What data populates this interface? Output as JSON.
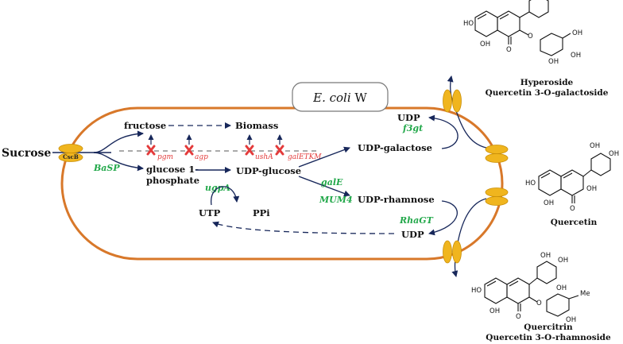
{
  "cell": {
    "organism_italic": "E. coli",
    "organism_suffix": " W"
  },
  "substrate": "Sucrose",
  "transporter": "CscB",
  "metabolites": {
    "fructose": "fructose",
    "biomass": "Biomass",
    "g1p_line1": "glucose 1-",
    "g1p_line2": "phosphate",
    "udp_glucose": "UDP-glucose",
    "udp_galactose": "UDP-galactose",
    "udp_rhamnose": "UDP-rhamnose",
    "utp": "UTP",
    "ppi": "PPi",
    "udp_top": "UDP",
    "udp_bottom": "UDP"
  },
  "enzymes": {
    "basp": "BaSP",
    "ugpa": "ugpA",
    "gale": "galE",
    "mum4": "MUM4",
    "f3gt": "f3gt",
    "rhagt": "RhaGT"
  },
  "knockouts": [
    "pgm",
    "agp",
    "ushA",
    "galETKM"
  ],
  "products": {
    "hyperoside_name": "Hyperoside",
    "hyperoside_sub": "Quercetin 3-O-galactoside",
    "quercetin_name": "Quercetin",
    "quercitrin_name": "Quercitrin",
    "quercitrin_sub": "Quercetin 3-O-rhamnoside"
  },
  "atom_labels": {
    "oh": "OH",
    "ho": "HO",
    "o": "O",
    "me": "Me"
  },
  "colors": {
    "membrane": "#d8782a",
    "arrow": "#17275a",
    "transporter": "#f0b51e",
    "enzyme": "#22a84a",
    "knockout": "#e33b3b"
  }
}
